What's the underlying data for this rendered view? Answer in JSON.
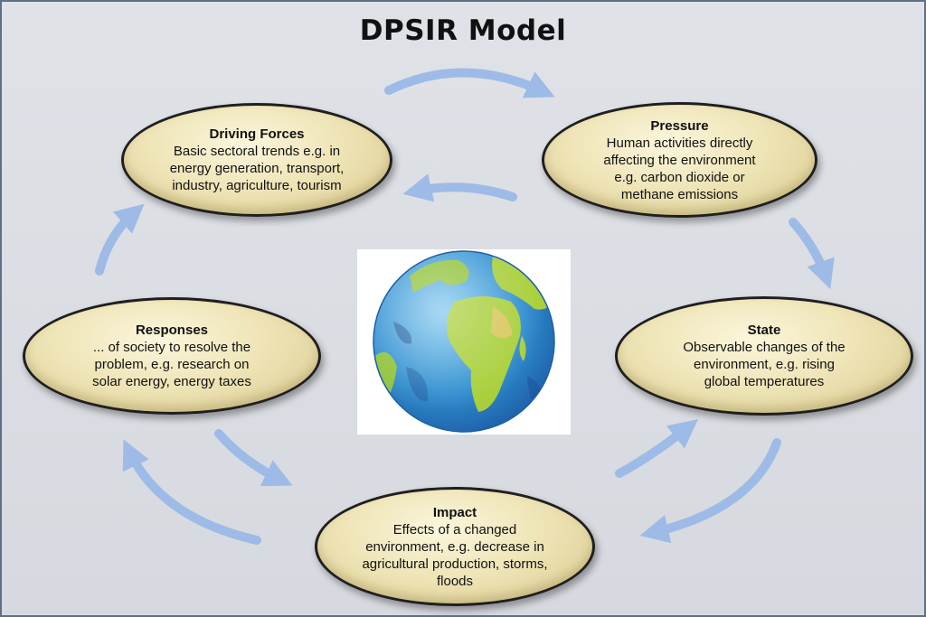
{
  "title": "DPSIR Model",
  "colors": {
    "background": "#d9dce1",
    "frame_border": "#5f6f86",
    "node_fill": "#efe5b8",
    "node_border": "#1f1f1f",
    "arrow": "#9dbbe6",
    "ocean": "#2f8fd0",
    "land": "#a8cf3a"
  },
  "nodes": {
    "driving_forces": {
      "title": "Driving Forces",
      "lines": [
        "Basic sectoral trends e.g. in",
        "energy generation, transport,",
        "industry, agriculture, tourism"
      ]
    },
    "pressure": {
      "title": "Pressure",
      "lines": [
        "Human activities directly",
        "affecting the environment",
        "e.g. carbon dioxide or",
        "methane emissions"
      ]
    },
    "state": {
      "title": "State",
      "lines": [
        "Observable changes of the",
        "environment, e.g. rising",
        "global temperatures"
      ]
    },
    "impact": {
      "title": "Impact",
      "lines": [
        "Effects of a changed",
        "environment, e.g. decrease in",
        "agricultural production, storms,",
        "floods"
      ]
    },
    "responses": {
      "title": "Responses",
      "lines": [
        "... of society to resolve the",
        "problem, e.g. research on",
        "solar energy, energy taxes"
      ]
    }
  },
  "center_image": "earth-globe-icon"
}
